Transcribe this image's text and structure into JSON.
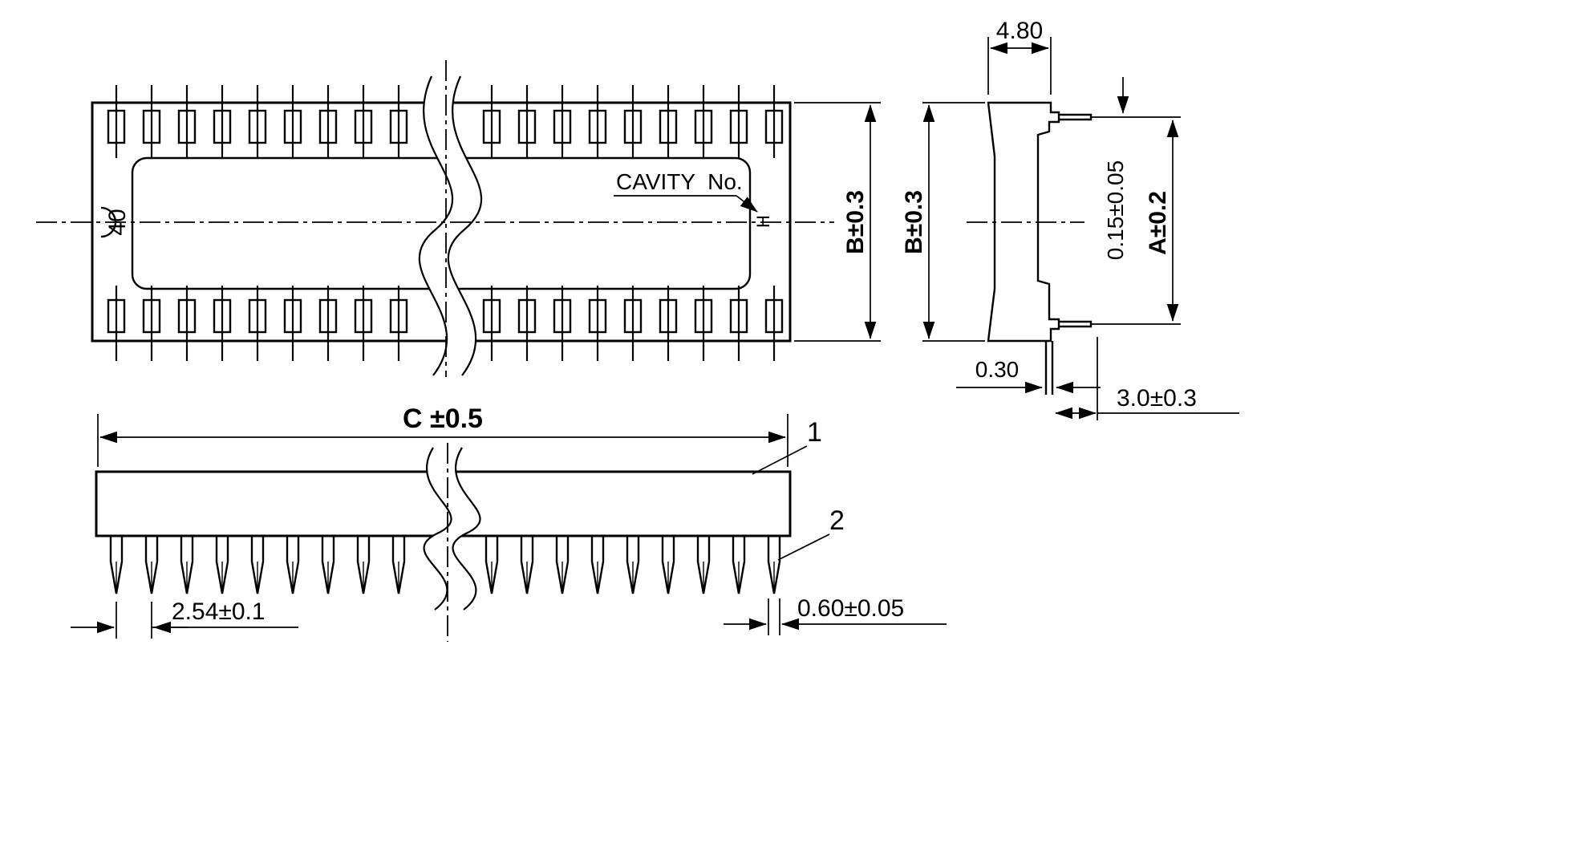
{
  "labels": {
    "pin_count": "40",
    "cavity": "CAVITY  No.",
    "cavity_mark": "H",
    "callout_body": "1",
    "callout_pin": "2"
  },
  "dims": {
    "b_plan": "B±0.3",
    "b_side": "B±0.3",
    "top_width": "4.80",
    "pin_seat": "0.15±0.05",
    "height_a": "A±0.2",
    "pin_thick": "0.30",
    "standoff": "3.0±0.3",
    "length_c": "C ±0.5",
    "pitch": "2.54±0.1",
    "pin_width": "0.60±0.05"
  }
}
